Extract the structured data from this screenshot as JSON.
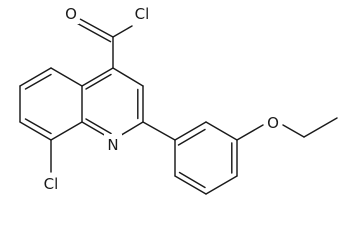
{
  "molecule": {
    "atom_labels": {
      "carbonyl_oxygen": "O",
      "acyl_chlorine": "Cl",
      "ring_nitrogen": "N",
      "ring_chlorine": "Cl",
      "ether_oxygen": "O"
    }
  }
}
